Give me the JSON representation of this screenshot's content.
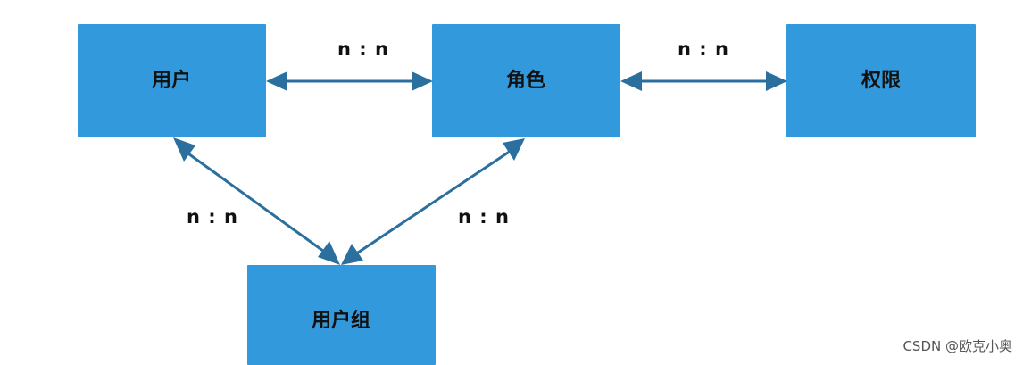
{
  "nodes": {
    "user": {
      "label": "用户"
    },
    "role": {
      "label": "角色"
    },
    "permission": {
      "label": "权限"
    },
    "user_group": {
      "label": "用户组"
    }
  },
  "edges": {
    "user_role": {
      "label": "n : n"
    },
    "role_permission": {
      "label": "n : n"
    },
    "user_usergroup": {
      "label": "n : n"
    },
    "role_usergroup": {
      "label": "n : n"
    }
  },
  "watermark": "CSDN @欧克小奥",
  "colors": {
    "node_fill": "#3399dd",
    "edge_stroke": "#2a6f9e",
    "text": "#111111"
  }
}
